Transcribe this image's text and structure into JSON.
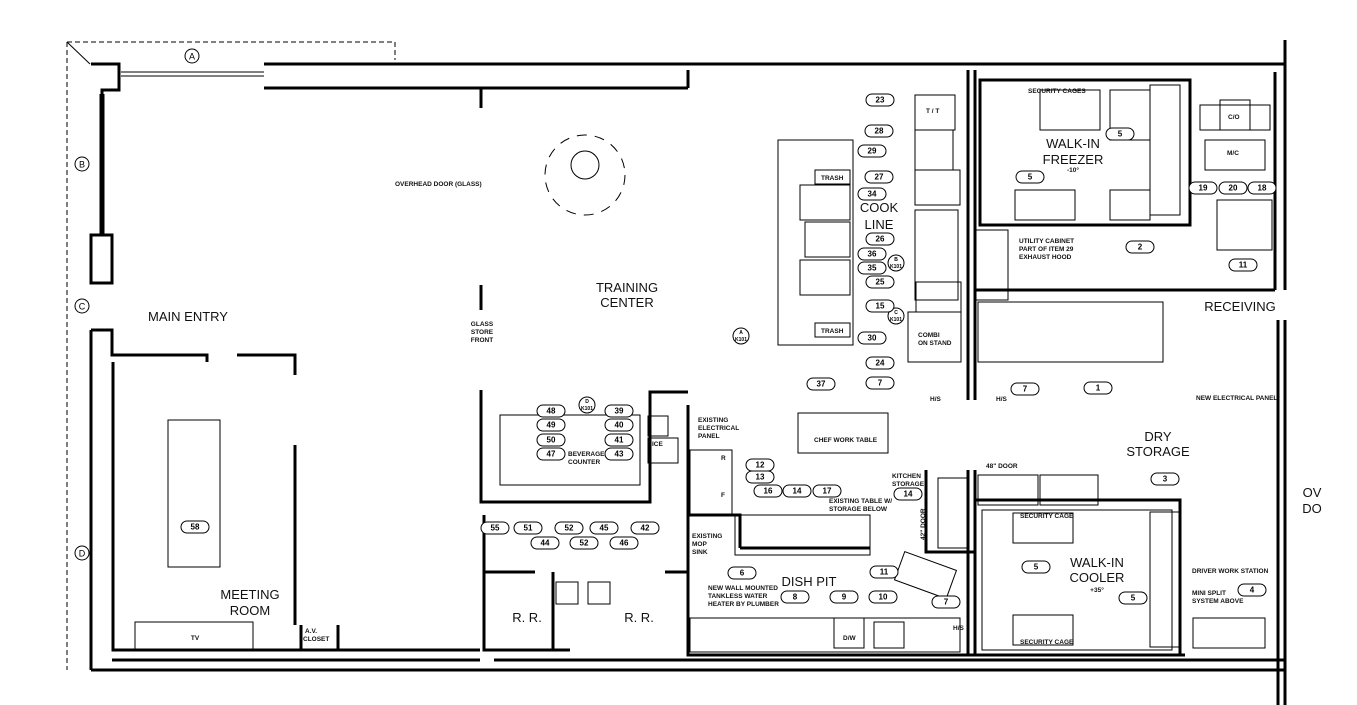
{
  "grid_bubbles": [
    "A",
    "B",
    "C",
    "D"
  ],
  "rooms": {
    "main_entry": "MAIN ENTRY",
    "training_center": [
      "TRAINING",
      "CENTER"
    ],
    "cook_line": [
      "COOK",
      "LINE"
    ],
    "walk_in_freezer": [
      "WALK-IN",
      "FREEZER",
      "-10°"
    ],
    "receiving": "RECEIVING",
    "dry_storage": [
      "DRY",
      "STORAGE"
    ],
    "walk_in_cooler": [
      "WALK-IN",
      "COOLER",
      "+35°"
    ],
    "dish_pit": "DISH PIT",
    "meeting_room": [
      "MEETING",
      "ROOM"
    ],
    "restroom_1": "R. R.",
    "restroom_2": "R. R.",
    "overhead_door_partial": [
      "OV",
      "DO"
    ]
  },
  "notes": {
    "overhead_door": "OVERHEAD DOOR (GLASS)",
    "glass_store_front": [
      "GLASS",
      "STORE",
      "FRONT"
    ],
    "security_cages": "SECURITY CAGES",
    "utility_cabinet": [
      "UTILITY CABINET",
      "PART OF ITEM 29",
      "EXHAUST HOOD"
    ],
    "new_electrical_panel": "NEW ELECTRICAL PANEL",
    "door_48": "48\" DOOR",
    "door_42": "42\" DOOR",
    "kitchen_storage": [
      "KITCHEN",
      "STORAGE"
    ],
    "existing_table": [
      "EXISTING TABLE W/",
      "STORAGE BELOW"
    ],
    "existing_electrical_panel": [
      "EXISTING",
      "ELECTRICAL",
      "PANEL"
    ],
    "chef_work_table": "CHEF WORK TABLE",
    "beverage_counter": [
      "BEVERAGE",
      "COUNTER"
    ],
    "ice": "ICE",
    "mop_sink": [
      "EXISTING",
      "MOP",
      "SINK"
    ],
    "water_heater": [
      "NEW WALL MOUNTED",
      "TANKLESS WATER",
      "HEATER BY PLUMBER"
    ],
    "security_cage": "SECURITY CAGE",
    "driver_work_station": "DRIVER WORK STATION",
    "mini_split": [
      "MINI SPLIT",
      "SYSTEM ABOVE"
    ],
    "tt": "T / T",
    "co": "C/O",
    "mc": "M/C",
    "trash": "TRASH",
    "combi": [
      "COMBI",
      "ON STAND"
    ],
    "hs": "H/S",
    "dw": "D/W",
    "tv": "TV",
    "av_closet": [
      "A.V.",
      "CLOSET"
    ],
    "r": "R",
    "f": "F"
  },
  "section_markers": [
    {
      "letter": "A",
      "sheet": "K101"
    },
    {
      "letter": "B",
      "sheet": "K101"
    },
    {
      "letter": "C",
      "sheet": "K101"
    },
    {
      "letter": "D",
      "sheet": "K101"
    }
  ],
  "callouts": [
    "23",
    "28",
    "29",
    "27",
    "34",
    "26",
    "36",
    "35",
    "25",
    "15",
    "30",
    "24",
    "7",
    "7",
    "37",
    "5",
    "5",
    "2",
    "19",
    "20",
    "18",
    "11",
    "1",
    "3",
    "4",
    "5",
    "5",
    "48",
    "49",
    "50",
    "47",
    "39",
    "40",
    "41",
    "43",
    "55",
    "51",
    "52",
    "45",
    "42",
    "44",
    "52",
    "46",
    "12",
    "13",
    "16",
    "14",
    "17",
    "14",
    "6",
    "8",
    "9",
    "10",
    "11",
    "7",
    "58"
  ]
}
